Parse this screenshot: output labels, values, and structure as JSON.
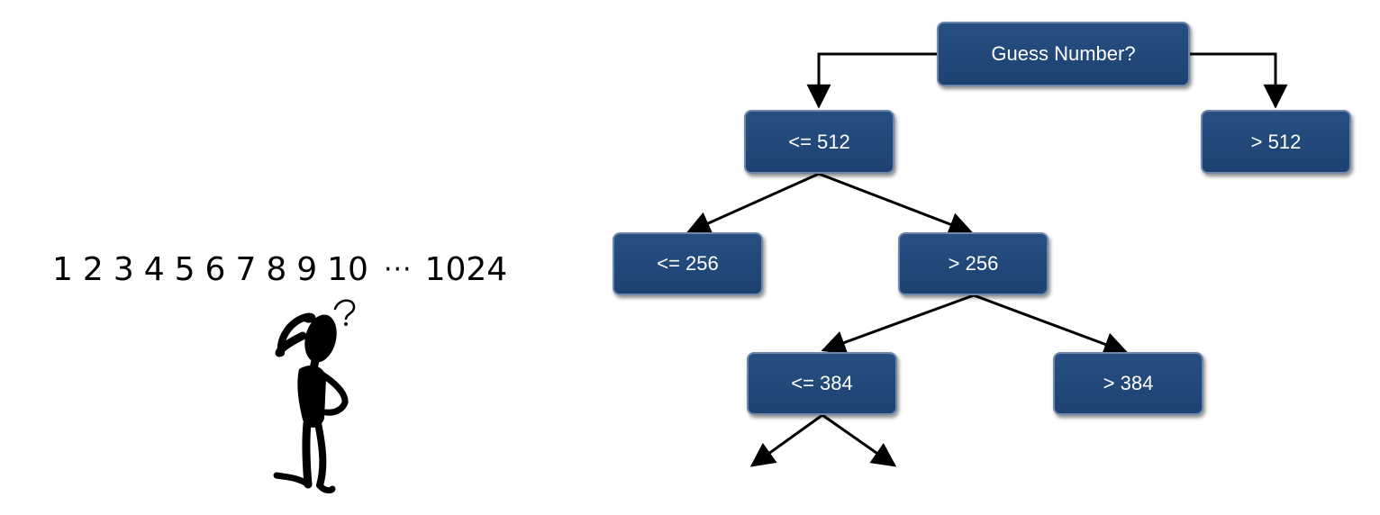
{
  "tree": {
    "root": "Guess Number?",
    "le512": "<= 512",
    "gt512": "> 512",
    "le256": "<= 256",
    "gt256": "> 256",
    "le384": "<= 384",
    "gt384": "> 384"
  },
  "sequence": {
    "numbers": [
      "1",
      "2",
      "3",
      "4",
      "5",
      "6",
      "7",
      "8",
      "9",
      "10"
    ],
    "ellipsis": "···",
    "last": "1024"
  },
  "colors": {
    "node_fill": "#1f4677",
    "node_border": "#6f88a8",
    "node_text": "#ffffff",
    "arrow": "#000000"
  },
  "icons": {
    "figure": "thinking-person-icon"
  }
}
